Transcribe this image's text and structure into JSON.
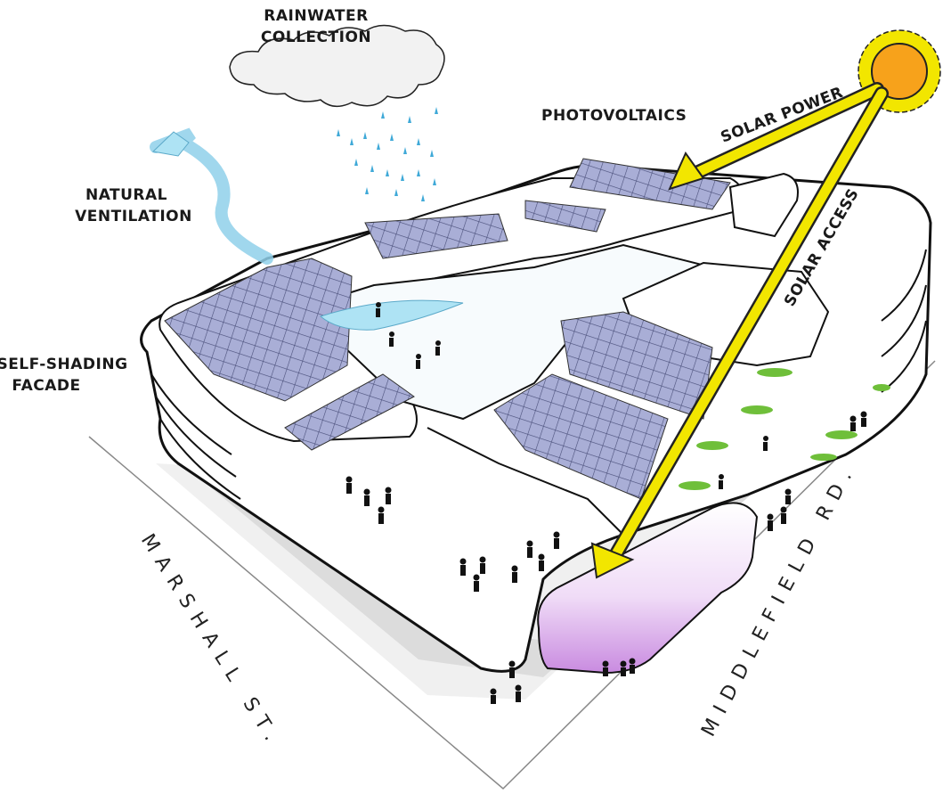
{
  "labels": {
    "rainwater_line1": "RAINWATER",
    "rainwater_line2": "COLLECTION",
    "photovoltaics": "PHOTOVOLTAICS",
    "solar_power": "SOLAR POWER",
    "solar_access": "SOLAR ACCESS",
    "natural_line1": "NATURAL",
    "natural_line2": "VENTILATION",
    "selfshading_line1": "SELF-SHADING",
    "selfshading_line2": "FACADE",
    "street_left": "MARSHALL ST.",
    "street_right": "MIDDLEFIELD RD."
  },
  "colors": {
    "sun": "#f7a21b",
    "sun_rays": "#f2e600",
    "arrow": "#f2e600",
    "solar_panel": "#a9aed6",
    "rain": "#3fa9d8",
    "ventilation": "#aee3f4",
    "highlight_box": "#c98be0",
    "greenery": "#6fbf3a"
  },
  "icons": {
    "sun": "sun-icon",
    "cloud": "cloud-icon",
    "people": "person-icon"
  }
}
